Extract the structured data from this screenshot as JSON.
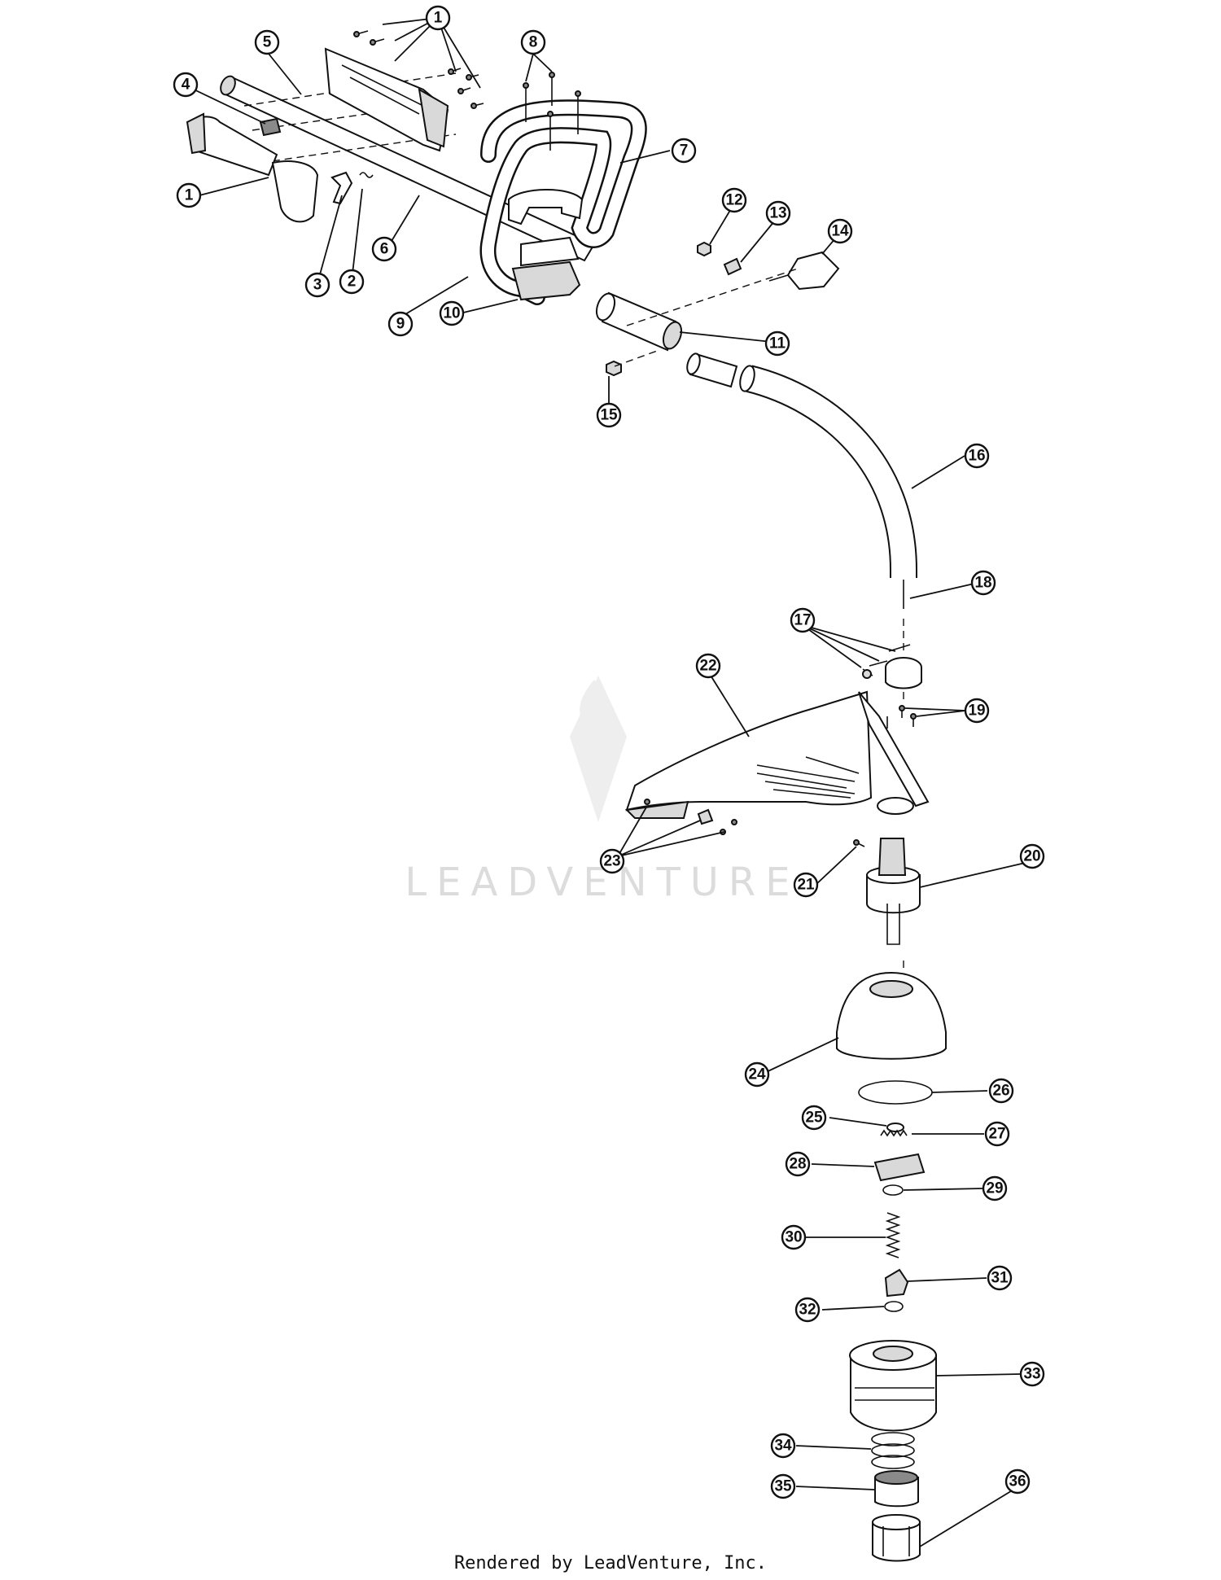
{
  "callouts": [
    "1",
    "2",
    "3",
    "4",
    "5",
    "6",
    "7",
    "8",
    "9",
    "10",
    "11",
    "12",
    "13",
    "14",
    "15",
    "16",
    "17",
    "18",
    "19",
    "20",
    "21",
    "22",
    "23",
    "24",
    "25",
    "26",
    "27",
    "28",
    "29",
    "30",
    "31",
    "32",
    "33",
    "34",
    "35",
    "36"
  ],
  "watermark": "LEADVENTURE",
  "footer": "Rendered by LeadVenture, Inc."
}
